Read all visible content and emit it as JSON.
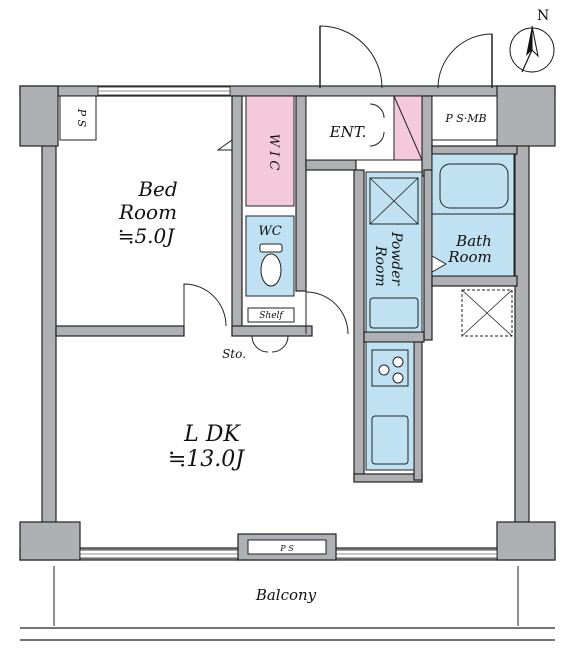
{
  "compass": {
    "label": "N"
  },
  "rooms": {
    "ps_top_left": "P S",
    "ps_mb": "P S·MB",
    "wic": "W I C",
    "entrance": "ENT.",
    "bedroom": {
      "line1": "Bed",
      "line2": "Room",
      "line3": "≒5.0J"
    },
    "wc": "WC",
    "powder_room": {
      "line1": "Powder",
      "line2": "Room"
    },
    "bath_room": {
      "line1": "Bath",
      "line2": "Room"
    },
    "shelf": "Shelf",
    "storage": "Sto.",
    "ldk": {
      "line1": "L DK",
      "line2": "≒13.0J"
    },
    "ps_bottom": "P S",
    "balcony": "Balcony"
  },
  "colors": {
    "wall": "#aeb0b3",
    "wet_area": "#bfe1f2",
    "closet": "#f4c9dc",
    "line": "#222222"
  }
}
